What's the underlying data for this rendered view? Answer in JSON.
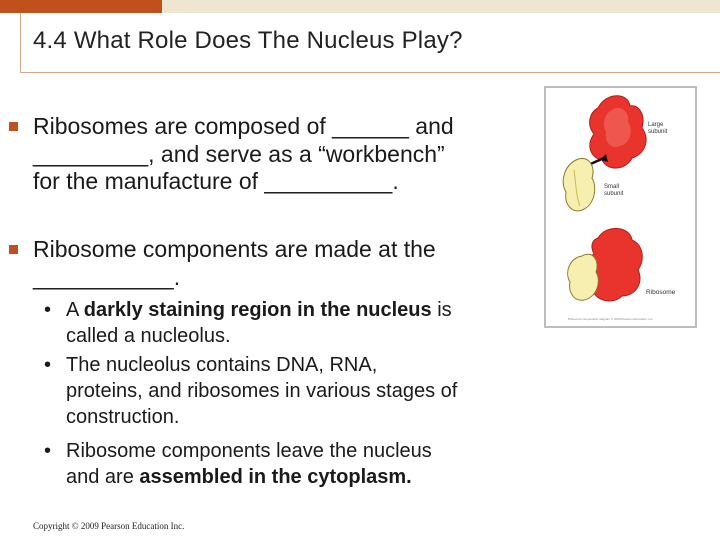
{
  "slide": {
    "title": "4.4 What Role Does The Nucleus Play?",
    "bullets": [
      {
        "line1": "Ribosomes are composed of ______ and",
        "line2": "_________, and serve as a “workbench”",
        "line3": "for the manufacture of __________."
      },
      {
        "line1": "Ribosome components are made at the",
        "line2": "___________."
      }
    ],
    "subbullets": [
      {
        "pre": "A ",
        "bold": "darkly staining region in the nucleus",
        "post": " is",
        "line2": "called a nucleolus."
      },
      {
        "line1": "The nucleolus contains DNA, RNA,",
        "line2": "proteins, and ribosomes in various stages of",
        "line3": "construction."
      },
      {
        "line1": "Ribosome components leave the nucleus",
        "pre": "and are ",
        "bold": "assembled in the cytoplasm",
        "post": "."
      }
    ],
    "figure": {
      "label_large": "Large",
      "label_large2": "subunit",
      "label_small": "Small",
      "label_small2": "subunit",
      "label_ribosome": "Ribosome",
      "credit": "Ribosome composition diagram © 2009 Pearson Education, Inc."
    },
    "footer": "Copyright © 2009 Pearson Education Inc.",
    "colors": {
      "accent": "#c0501c",
      "band": "#efe6cf",
      "large_subunit": "#e8342c",
      "small_subunit": "#f7efb0"
    }
  }
}
